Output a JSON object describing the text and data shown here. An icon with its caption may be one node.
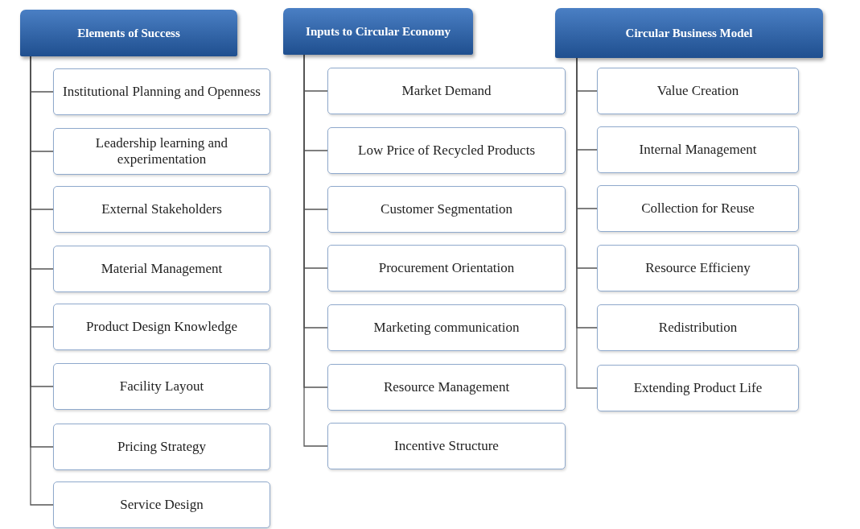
{
  "diagram": {
    "nodes": [
      {
        "text": [
          "Elements of Success"
        ]
      },
      {
        "text": [
          "Institutional Planning and Openness"
        ]
      },
      {
        "text": [
          "Leadership learning and experimentation"
        ]
      },
      {
        "text": [
          "External Stakeholders"
        ]
      },
      {
        "text": [
          "Material Management"
        ]
      },
      {
        "text": [
          "Product Design Knowledge"
        ]
      },
      {
        "text": [
          "Facility Layout"
        ]
      },
      {
        "text": [
          "Pricing Strategy"
        ]
      },
      {
        "text": [
          "Service Design"
        ]
      },
      {
        "text": [
          "Inputs to Circular Economy"
        ]
      },
      {
        "text": [
          "Market Demand"
        ]
      },
      {
        "text": [
          "Low Price of Recycled Products"
        ]
      },
      {
        "text": [
          "Customer Segmentation"
        ]
      },
      {
        "text": [
          "Procurement Orientation"
        ]
      },
      {
        "text": [
          "Marketing communication"
        ]
      },
      {
        "text": [
          "Resource Management"
        ]
      },
      {
        "text": [
          "Incentive Structure"
        ]
      },
      {
        "text": [
          "Circular Business Model"
        ]
      },
      {
        "text": [
          "Value Creation"
        ]
      },
      {
        "text": [
          "Internal Management"
        ]
      },
      {
        "text": [
          "Collection for Reuse"
        ]
      },
      {
        "text": [
          "Resource Efficieny"
        ]
      },
      {
        "text": [
          "Redistribution"
        ]
      },
      {
        "text": [
          "Extending Product Life"
        ]
      }
    ],
    "edges": [
      {
        "from": 0,
        "to": 1,
        "arrow": "none"
      },
      {
        "from": 0,
        "to": 2,
        "arrow": "none"
      },
      {
        "from": 0,
        "to": 3,
        "arrow": "none"
      },
      {
        "from": 0,
        "to": 4,
        "arrow": "none"
      },
      {
        "from": 0,
        "to": 5,
        "arrow": "none"
      },
      {
        "from": 0,
        "to": 6,
        "arrow": "none"
      },
      {
        "from": 0,
        "to": 7,
        "arrow": "none"
      },
      {
        "from": 0,
        "to": 8,
        "arrow": "none"
      },
      {
        "from": 9,
        "to": 10,
        "arrow": "none"
      },
      {
        "from": 9,
        "to": 11,
        "arrow": "none"
      },
      {
        "from": 9,
        "to": 12,
        "arrow": "none"
      },
      {
        "from": 9,
        "to": 13,
        "arrow": "none"
      },
      {
        "from": 9,
        "to": 14,
        "arrow": "none"
      },
      {
        "from": 9,
        "to": 15,
        "arrow": "none"
      },
      {
        "from": 9,
        "to": 16,
        "arrow": "none"
      },
      {
        "from": 17,
        "to": 18,
        "arrow": "none"
      },
      {
        "from": 17,
        "to": 19,
        "arrow": "none"
      },
      {
        "from": 17,
        "to": 20,
        "arrow": "none"
      },
      {
        "from": 17,
        "to": 21,
        "arrow": "none"
      },
      {
        "from": 17,
        "to": 22,
        "arrow": "none"
      },
      {
        "from": 17,
        "to": 23,
        "arrow": "none"
      }
    ]
  }
}
